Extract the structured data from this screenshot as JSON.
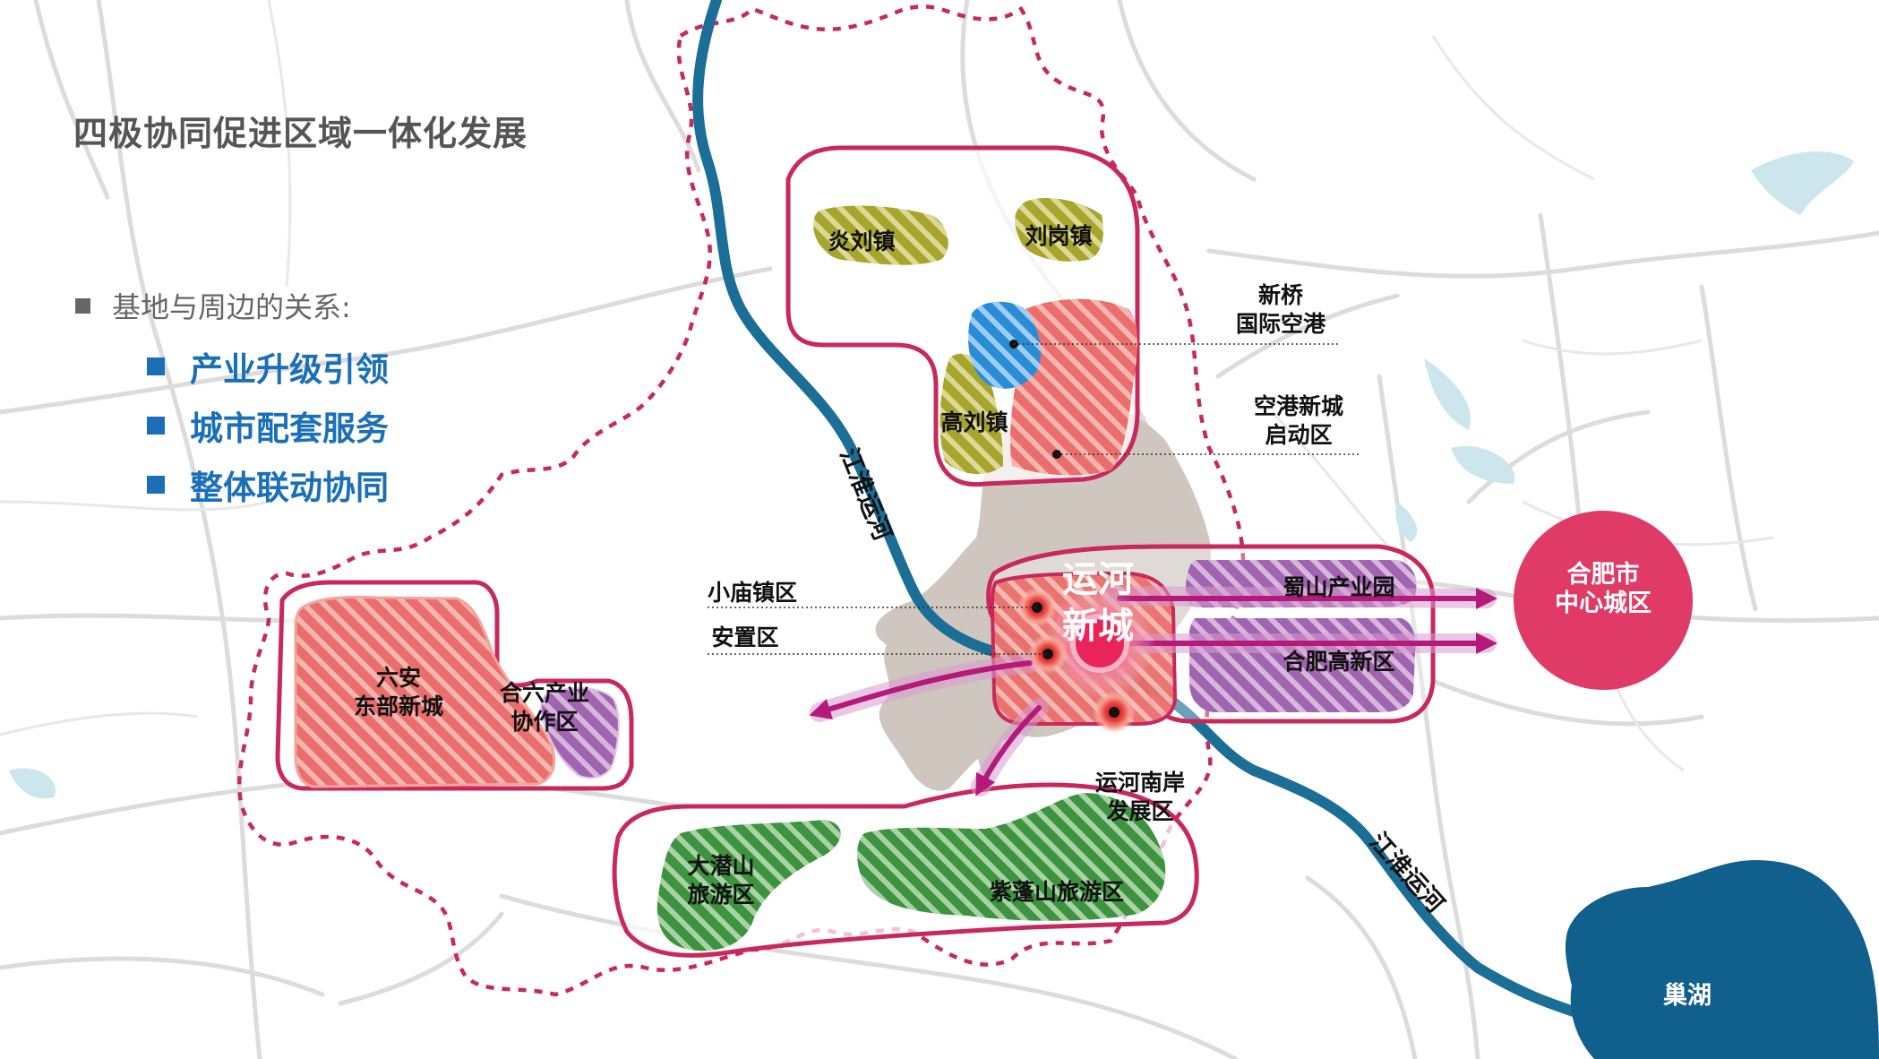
{
  "title": "四极协同促进区域一体化发展",
  "subtitle": "基地与周边的关系:",
  "bullets": [
    "产业升级引领",
    "城市配套服务",
    "整体联动协同"
  ],
  "labels": {
    "yanliu": "炎刘镇",
    "ganggang": "刘岗镇",
    "gaoliu": "高刘镇",
    "xinqiao_1": "新桥",
    "xinqiao_2": "国际空港",
    "kg_1": "空港新城",
    "kg_2": "启动区",
    "canal_north": "江淮运河",
    "canal_south": "江淮运河",
    "yunhe_1": "运河",
    "yunhe_2": "新城",
    "xiaomiao": "小庙镇区",
    "anzhi": "安置区",
    "shushan": "蜀山产业园",
    "hefei_hitech": "合肥高新区",
    "hefei_center_1": "合肥市",
    "hefei_center_2": "中心城区",
    "luan_1": "六安",
    "luan_2": "东部新城",
    "heliu_1": "合六产业",
    "heliu_2": "协作区",
    "south_bank_1": "运河南岸",
    "south_bank_2": "发展区",
    "daqian_1": "大潜山",
    "daqian_2": "旅游区",
    "zipeng": "紫蓬山旅游区",
    "chaohu": "巢湖"
  },
  "colors": {
    "title": "#555555",
    "accent_blue": "#1a6fb8",
    "boundary": "#c8285c",
    "canal": "#1b6e96",
    "lake": "#105f8c",
    "hefei_center": "#e03a66",
    "red_zone": "#ea6e6b",
    "purple_zone": "#a064b0",
    "green_zone": "#3d9340",
    "olive_zone": "#a7a52d",
    "blue_zone": "#2b8cd6",
    "urban_grey": "#cfc6c0"
  }
}
